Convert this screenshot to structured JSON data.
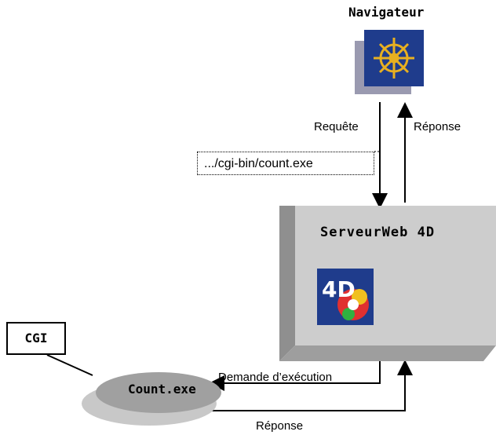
{
  "navigator": {
    "title": "Navigateur",
    "icon": "ship-wheel-icon"
  },
  "arrows": {
    "request_label": "Requête",
    "response_top_label": "Réponse",
    "exec_request_label": "Demande d’exécution",
    "response_bottom_label": "Réponse"
  },
  "url": {
    "text": ".../cgi-bin/count.exe"
  },
  "server": {
    "title": "ServeurWeb 4D",
    "logo": "4d-logo-icon"
  },
  "cgi": {
    "label": "CGI"
  },
  "program": {
    "label": "Count.exe"
  },
  "colors": {
    "box_gray": "#c8c8c8",
    "box_shadow": "#9e9e9e",
    "icon_blue": "#1f3c8c",
    "wheel_gold": "#e8b020"
  }
}
